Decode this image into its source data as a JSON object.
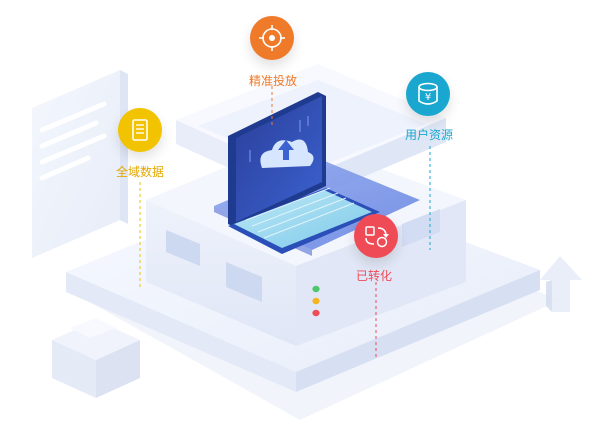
{
  "features": [
    {
      "id": "targeting",
      "label": "精准投放",
      "icon": "target-icon",
      "color": "#ef7a2a"
    },
    {
      "id": "data",
      "label": "全域数据",
      "icon": "document-list-icon",
      "color": "#f2c300"
    },
    {
      "id": "users",
      "label": "用户资源",
      "icon": "database-yen-icon",
      "color": "#1aa7cf"
    },
    {
      "id": "converted",
      "label": "已转化",
      "icon": "exchange-icon",
      "color": "#ef4b57"
    }
  ],
  "status_lights": [
    "#4cc76d",
    "#f3b522",
    "#ef4b57"
  ]
}
